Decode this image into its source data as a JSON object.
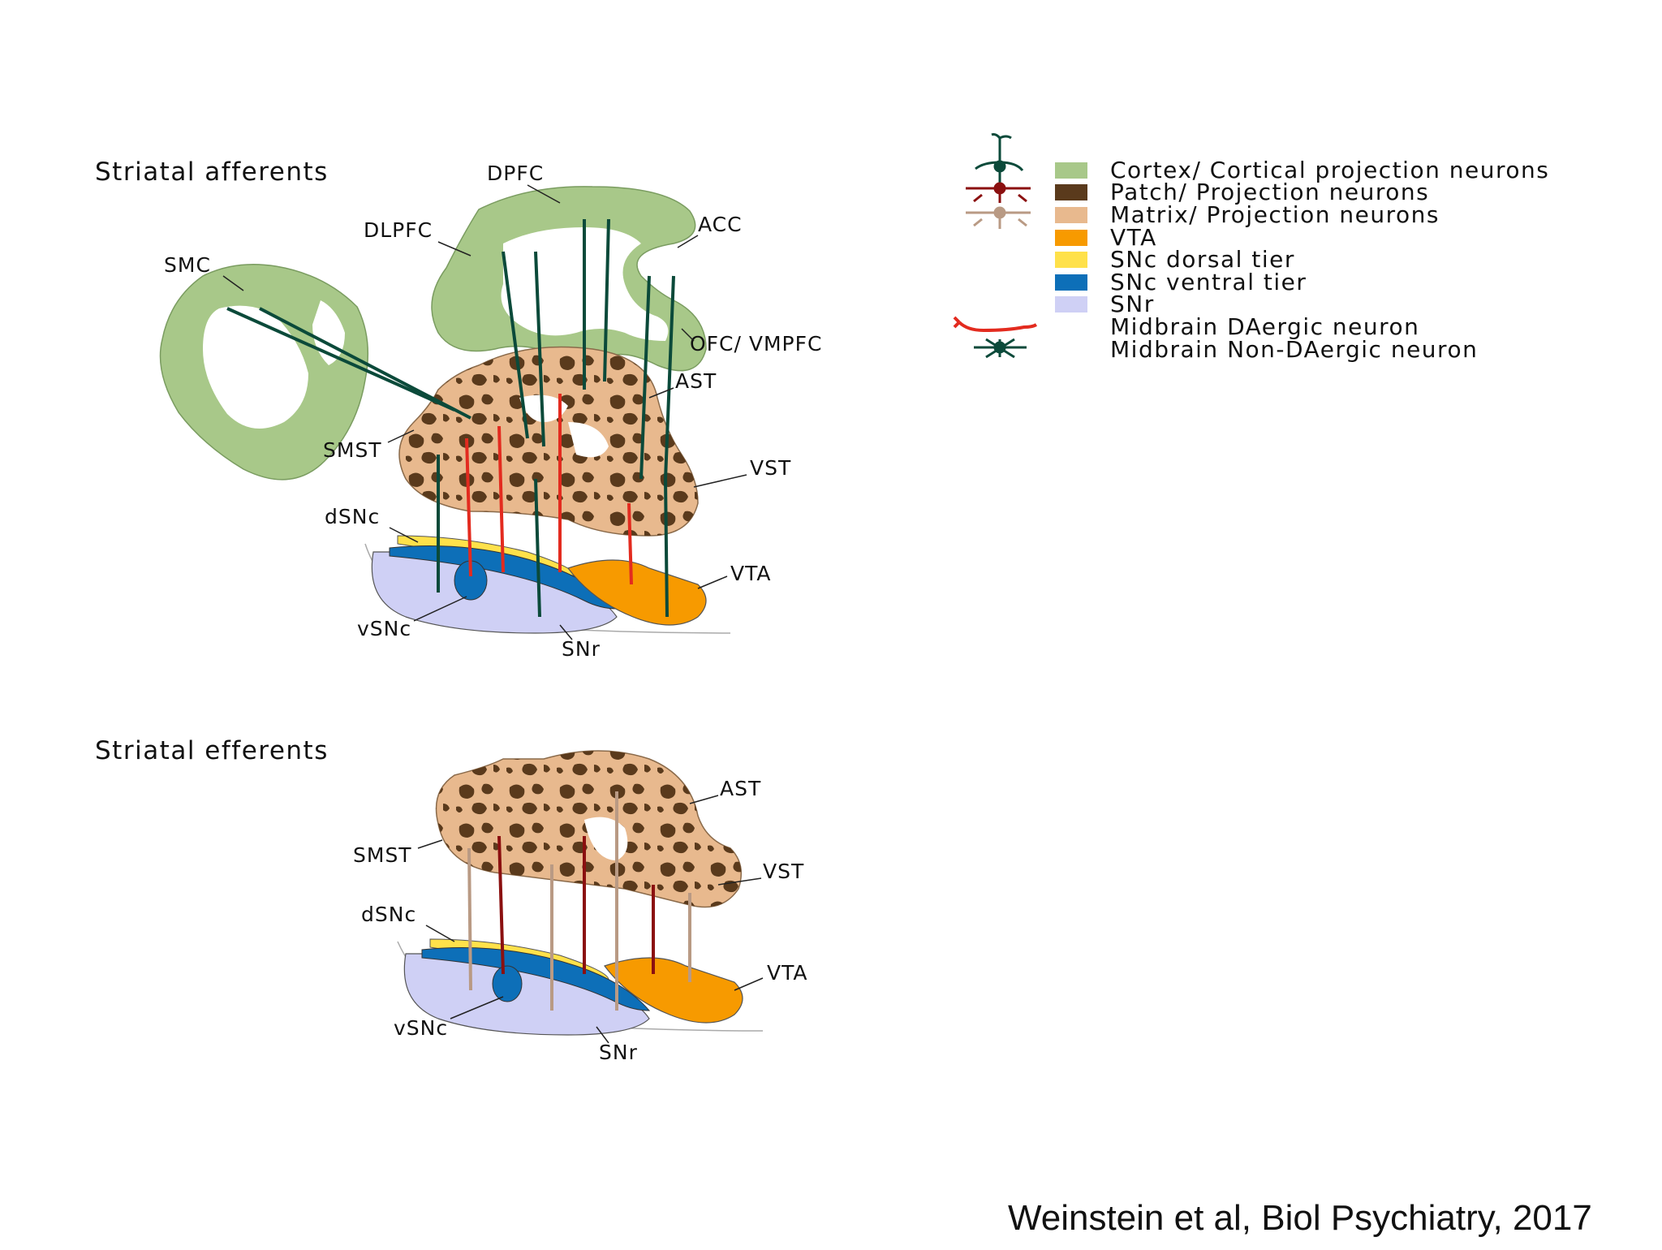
{
  "diagram": {
    "afferents_title": "Striatal afferents",
    "efferents_title": "Striatal efferents",
    "afferent_labels": {
      "dpfc": "DPFC",
      "dlpfc": "DLPFC",
      "acc": "ACC",
      "smc": "SMC",
      "ofc": "OFC/ VMPFC",
      "ast": "AST",
      "smst": "SMST",
      "vst": "VST",
      "dsnc": "dSNc",
      "vta": "VTA",
      "vsnc": "vSNc",
      "snr": "SNr"
    },
    "efferent_labels": {
      "ast": "AST",
      "smst": "SMST",
      "vst": "VST",
      "dsnc": "dSNc",
      "vta": "VTA",
      "vsnc": "vSNc",
      "snr": "SNr"
    }
  },
  "legend": {
    "items": [
      {
        "label": "Cortex/ Cortical projection neurons",
        "color": "#a8c889",
        "icon": "green-pyramidal-neuron-icon"
      },
      {
        "label": "Patch/ Projection neurons",
        "color": "#5a3a1c",
        "icon": "dark-red-neuron-icon"
      },
      {
        "label": "Matrix/ Projection neurons",
        "color": "#e8b98e",
        "icon": "tan-neuron-icon"
      },
      {
        "label": "VTA",
        "color": "#f79a00"
      },
      {
        "label": "SNc dorsal tier",
        "color": "#ffe14a"
      },
      {
        "label": "SNc ventral tier",
        "color": "#0d6fb8"
      },
      {
        "label": "SNr",
        "color": "#cfd0f5"
      },
      {
        "label": "Midbrain DAergic neuron",
        "icon": "red-dopaminergic-neuron-icon"
      },
      {
        "label": "Midbrain Non-DAergic neuron",
        "icon": "green-non-dopaminergic-neuron-icon"
      }
    ]
  },
  "colors": {
    "cortex": "#a8c889",
    "patch": "#5a3a1c",
    "matrix": "#e8b98e",
    "vta": "#f79a00",
    "snc_dorsal": "#ffe14a",
    "snc_ventral": "#0d6fb8",
    "snr": "#cfd0f5",
    "cortical_neuron": "#0b4a3a",
    "da_neuron": "#e32b1f",
    "patch_neuron": "#8b1010",
    "matrix_neuron": "#b99a84"
  },
  "citation": "Weinstein et al, Biol Psychiatry, 2017"
}
